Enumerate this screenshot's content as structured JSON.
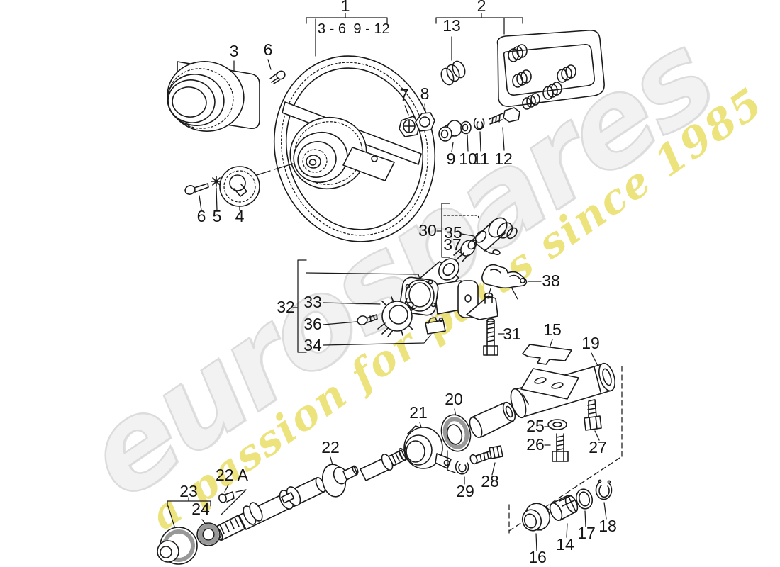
{
  "watermark": {
    "brand": "eurospares",
    "tagline": "a passion for parts since 1985",
    "brand_color": "#f2f2f2",
    "tagline_color": "#e9df67"
  },
  "diagram": {
    "description": "Exploded parts diagram: steering wheel and steering column",
    "line_color": "#1a1a1a"
  },
  "labels": {
    "p1": "1",
    "p1_sub_a": "3 - 6",
    "p1_sub_b": "9 - 12",
    "p2": "2",
    "p3": "3",
    "p4": "4",
    "p5": "5",
    "p6_top": "6",
    "p6_left": "6",
    "p7": "7",
    "p8": "8",
    "p9": "9",
    "p10": "10",
    "p11": "11",
    "p12": "12",
    "p13": "13",
    "p14": "14",
    "p15": "15",
    "p16": "16",
    "p17": "17",
    "p18": "18",
    "p19": "19",
    "p20": "20",
    "p21": "21",
    "p22": "22",
    "p22a": "22 A",
    "p23": "23",
    "p24": "24",
    "p25": "25",
    "p26": "26",
    "p27": "27",
    "p28": "28",
    "p29": "29",
    "p30": "30",
    "p31": "31",
    "p32": "32",
    "p33": "33",
    "p34": "34",
    "p35": "35",
    "p36": "36",
    "p37": "37",
    "p38": "38"
  }
}
